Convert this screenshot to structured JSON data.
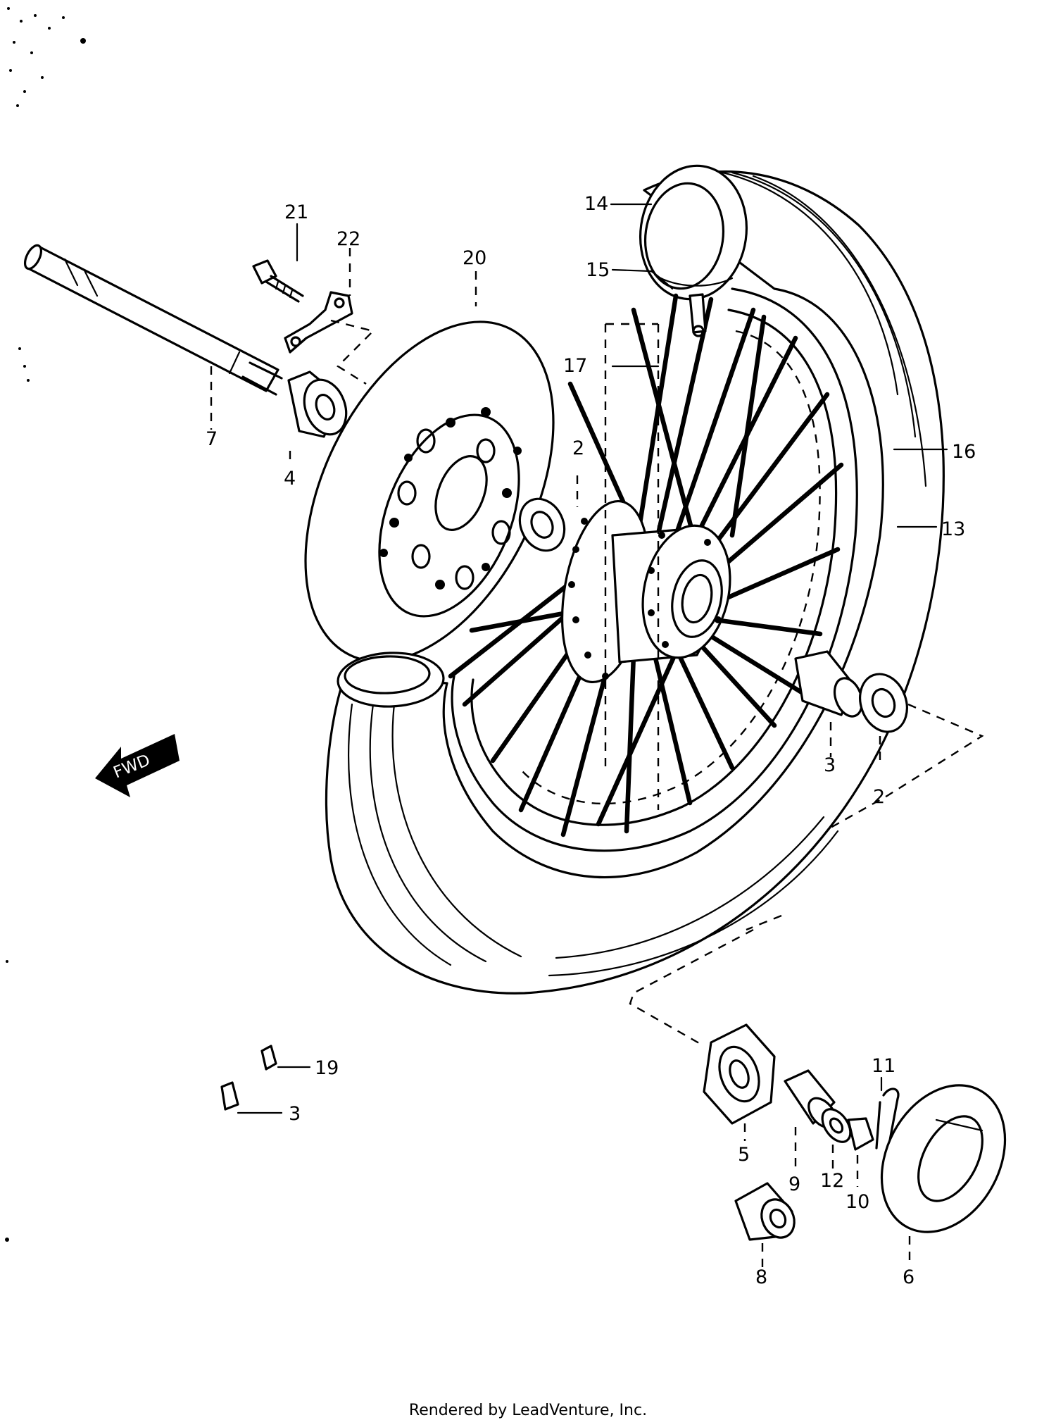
{
  "footer": {
    "text": "Rendered by LeadVenture, Inc."
  },
  "fwd_label": "FWD",
  "callouts": {
    "c21": "21",
    "c22": "22",
    "c20": "20",
    "c14": "14",
    "c15": "15",
    "c17": "17",
    "c7": "7",
    "c4": "4",
    "c2a": "2",
    "c16": "16",
    "c13": "13",
    "c3a": "3",
    "c2b": "2",
    "c19": "19",
    "c3b": "3",
    "c11": "11",
    "c5": "5",
    "c9": "9",
    "c12": "12",
    "c10": "10",
    "c6": "6",
    "c8": "8"
  }
}
